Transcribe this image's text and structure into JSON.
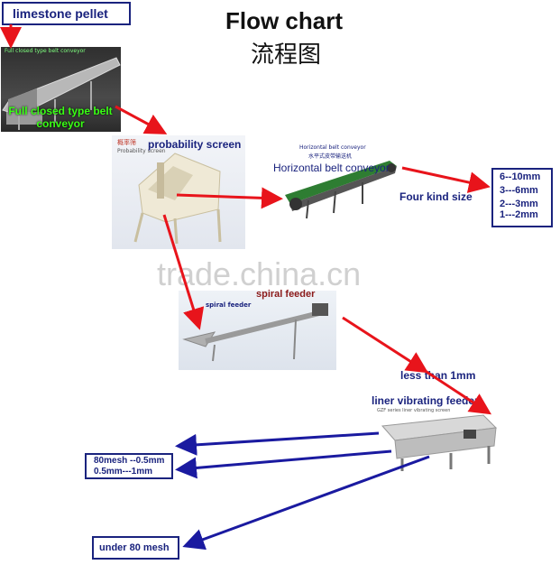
{
  "header": {
    "title": "Flow chart",
    "subtitle": "流程图"
  },
  "start": {
    "label": "limestone pellet"
  },
  "conveyor": {
    "caption_tiny": "Full closed type belt conveyor",
    "label": "Full closed type belt\nconveyor"
  },
  "probability_screen": {
    "label": "probability screen",
    "tiny_cn": "概率筛",
    "tiny_en": "Probability screen"
  },
  "horizontal_conveyor": {
    "tiny_en": "Horizontal belt conveyor",
    "tiny_cn": "水平式皮带输送机",
    "label": "Horizontal belt conveyor"
  },
  "sizes": {
    "label": "Four kind size",
    "items": [
      "6--10mm",
      "3---6mm",
      "2---3mm",
      "1---2mm"
    ]
  },
  "watermark": "trade.china.cn",
  "spiral_feeder": {
    "label": "spiral feeder",
    "tiny": "spiral feeder"
  },
  "liner_feeder": {
    "threshold": "less than 1mm",
    "label": "liner vibrating feeder",
    "tiny": "GZF series liner vibrating screen"
  },
  "outputs": {
    "mesh_line1": "80mesh --0.5mm",
    "mesh_line2": "0.5mm---1mm",
    "under": "under 80 mesh"
  },
  "colors": {
    "red_arrow": "#e8141b",
    "blue_arrow": "#1a1aa0",
    "box_text": "#1a237e",
    "green_label": "#39ff14"
  }
}
